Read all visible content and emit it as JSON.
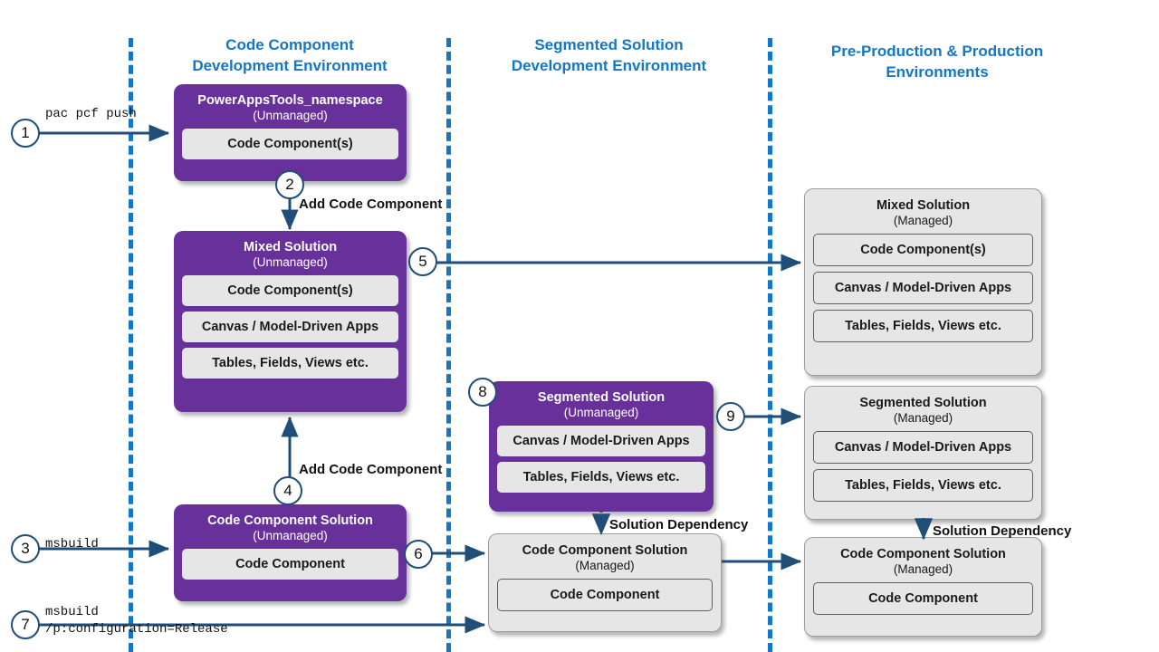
{
  "lanes": [
    {
      "title_line1": "Code Component",
      "title_line2": "Development Environment"
    },
    {
      "title_line1": "Segmented Solution",
      "title_line2": "Development Environment"
    },
    {
      "title_line1": "Pre-Production & Production",
      "title_line2": "Environments"
    }
  ],
  "boxes": {
    "powerappstools": {
      "title": "PowerAppsTools_namespace",
      "state": "(Unmanaged)",
      "items": [
        "Code Component(s)"
      ]
    },
    "mixed_unmanaged": {
      "title": "Mixed Solution",
      "state": "(Unmanaged)",
      "items": [
        "Code Component(s)",
        "Canvas / Model-Driven Apps",
        "Tables, Fields, Views etc."
      ]
    },
    "codecomp_unmanaged": {
      "title": "Code Component Solution",
      "state": "(Unmanaged)",
      "items": [
        "Code Component"
      ]
    },
    "segmented_unmanaged": {
      "title": "Segmented Solution",
      "state": "(Unmanaged)",
      "items": [
        "Canvas / Model-Driven Apps",
        "Tables, Fields, Views etc."
      ]
    },
    "codecomp_managed_mid": {
      "title": "Code Component Solution",
      "state": "(Managed)",
      "items": [
        "Code Component"
      ]
    },
    "mixed_managed": {
      "title": "Mixed Solution",
      "state": "(Managed)",
      "items": [
        "Code Component(s)",
        "Canvas / Model-Driven Apps",
        "Tables, Fields, Views etc."
      ]
    },
    "segmented_managed": {
      "title": "Segmented Solution",
      "state": "(Managed)",
      "items": [
        "Canvas / Model-Driven Apps",
        "Tables, Fields, Views etc."
      ]
    },
    "codecomp_managed_prod": {
      "title": "Code Component Solution",
      "state": "(Managed)",
      "items": [
        "Code Component"
      ]
    }
  },
  "steps": [
    {
      "n": "1"
    },
    {
      "n": "2"
    },
    {
      "n": "3"
    },
    {
      "n": "4"
    },
    {
      "n": "5"
    },
    {
      "n": "6"
    },
    {
      "n": "7"
    },
    {
      "n": "8"
    },
    {
      "n": "9"
    }
  ],
  "labels": {
    "pac_pcf_push": "pac pcf push",
    "add_code_component_top": "Add Code Component",
    "add_code_component_bottom": "Add Code Component",
    "msbuild": "msbuild",
    "msbuild_release": "msbuild\n/p:configuration=Release",
    "solution_dependency_mid": "Solution Dependency",
    "solution_dependency_right": "Solution Dependency"
  },
  "colors": {
    "unmanaged_fill": "#67309B",
    "managed_fill": "#E6E6E6",
    "lane_title": "#1476C6",
    "divider": "#1476C6",
    "connector": "#1F4E79",
    "step_ring": "#1F4E79"
  }
}
